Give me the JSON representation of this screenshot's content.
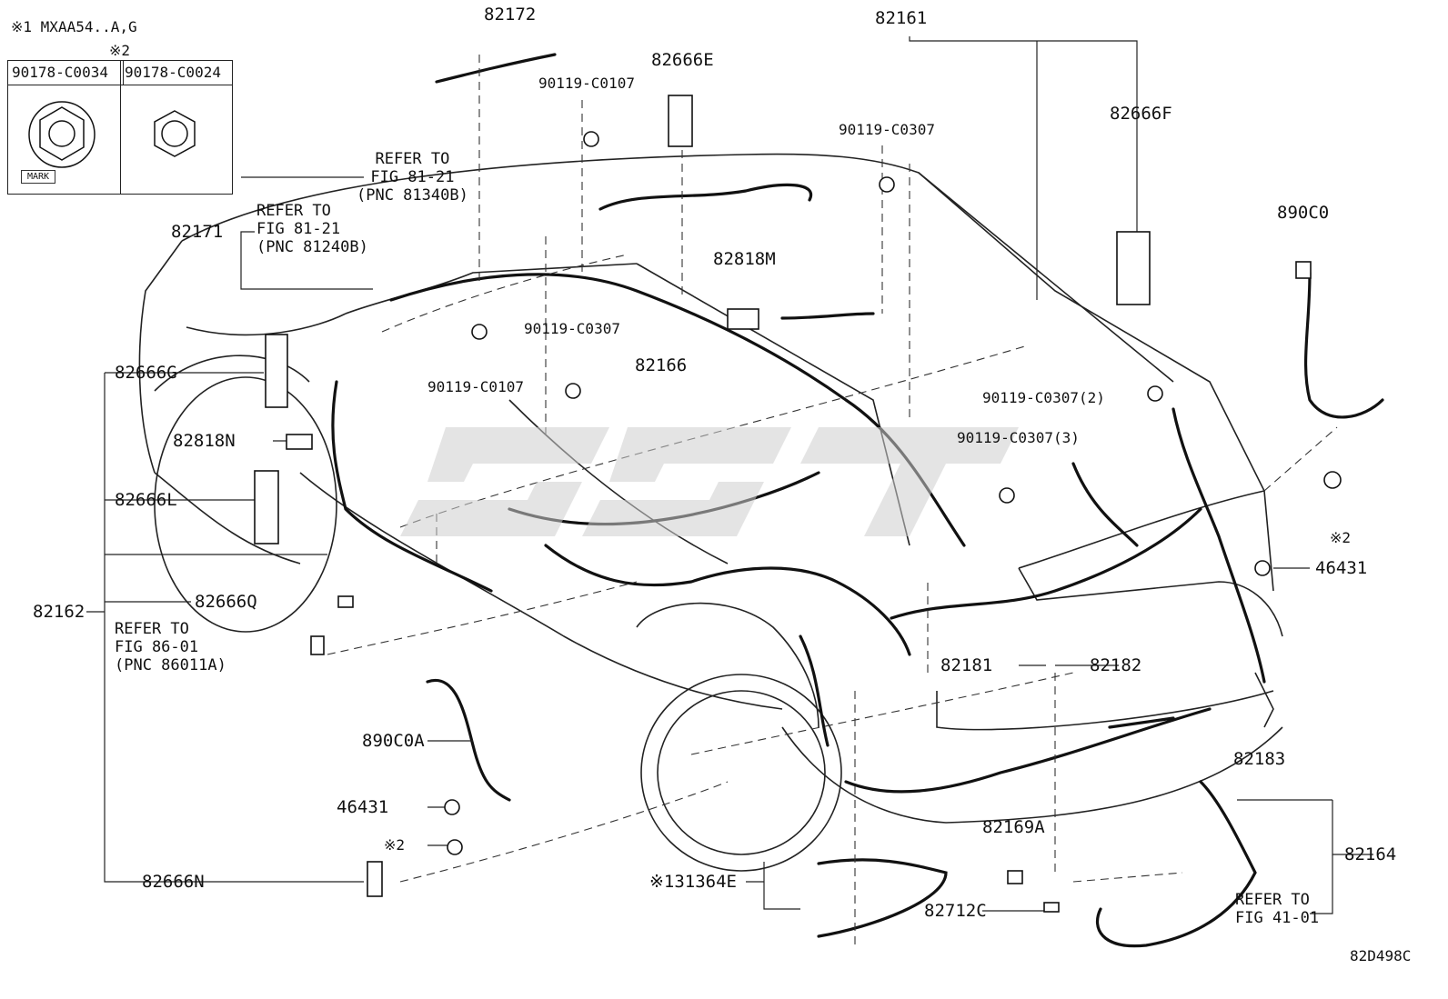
{
  "notes": {
    "footnote1": "※1 MXAA54..A,G",
    "footnote2": "※2",
    "col1_part": "90178-C0034",
    "col2_part": "90178-C0024",
    "mark_label": "MARK"
  },
  "diagram_code": "82D498C",
  "callouts": {
    "p82172": "82172",
    "p82161": "82161",
    "p82666E": "82666E",
    "p90119_C0107_top": "90119-C0107",
    "p82666F": "82666F",
    "p90119_C0307_top": "90119-C0307",
    "p890C0": "890C0",
    "p82171": "82171",
    "p82818M": "82818M",
    "p90119_C0307_mid": "90119-C0307",
    "p82666G": "82666G",
    "p90119_C0107_mid": "90119-C0107",
    "p82166": "82166",
    "p90119_C0307_2": "90119-C0307(2)",
    "p90119_C0307_3": "90119-C0307(3)",
    "p82818N": "82818N",
    "p82666L": "82666L",
    "p82666Q": "82666Q",
    "p82162": "82162",
    "p46431_right": "46431",
    "p82181": "82181",
    "p82182": "82182",
    "p890C0A": "890C0A",
    "p82183": "82183",
    "p46431_left": "46431",
    "p_note2_left": "※2",
    "p_note2_right": "※2",
    "p82169A": "82169A",
    "p82164": "82164",
    "p82666N": "82666N",
    "p31364E": "※131364E",
    "p82712C": "82712C"
  },
  "references": {
    "ref_81340B": "REFER TO\nFIG 81-21\n(PNC 81340B)",
    "ref_81240B": "REFER TO\nFIG 81-21\n(PNC 81240B)",
    "ref_86011A": "REFER TO\nFIG 86-01\n(PNC 86011A)",
    "ref_41_01": "REFER TO\nFIG 41-01"
  }
}
